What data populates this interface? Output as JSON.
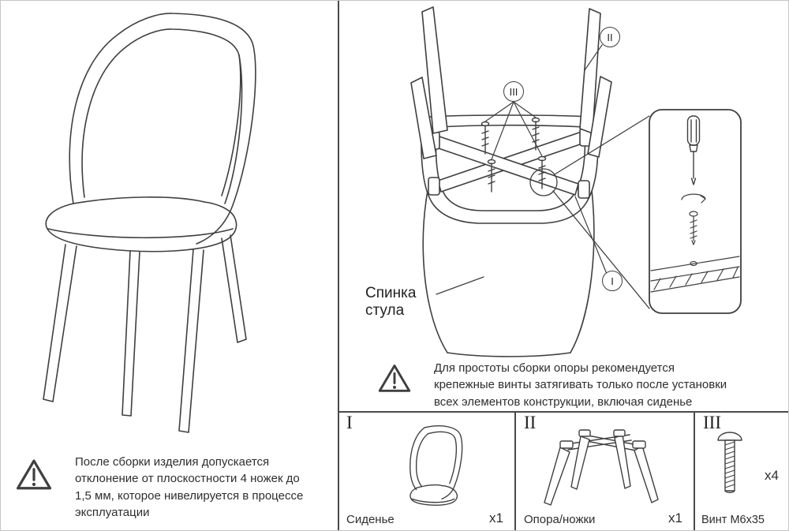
{
  "colors": {
    "line": "#3f3f3f",
    "text": "#2e2e2e",
    "divider": "#4a4a4a",
    "border": "#c6c6c6"
  },
  "labels": {
    "chair_back": "Спинка стула"
  },
  "callouts": {
    "one": "I",
    "two": "II",
    "three": "III"
  },
  "warnings": {
    "left": "После сборки изделия допускается отклонение от плоскостности 4 ножек до 1,5 мм, которое нивелируется в процессе эксплуатации",
    "right": "Для простоты сборки опоры рекомендуется крепежные винты затягивать только после установки всех элементов конструкции, включая сиденье"
  },
  "parts": [
    {
      "numeral": "I",
      "name": "Сиденье",
      "qty": "x1"
    },
    {
      "numeral": "II",
      "name": "Опора/ножки",
      "qty": "x1"
    },
    {
      "numeral": "III",
      "name": "Винт М6х35",
      "qty": "x4"
    }
  ]
}
